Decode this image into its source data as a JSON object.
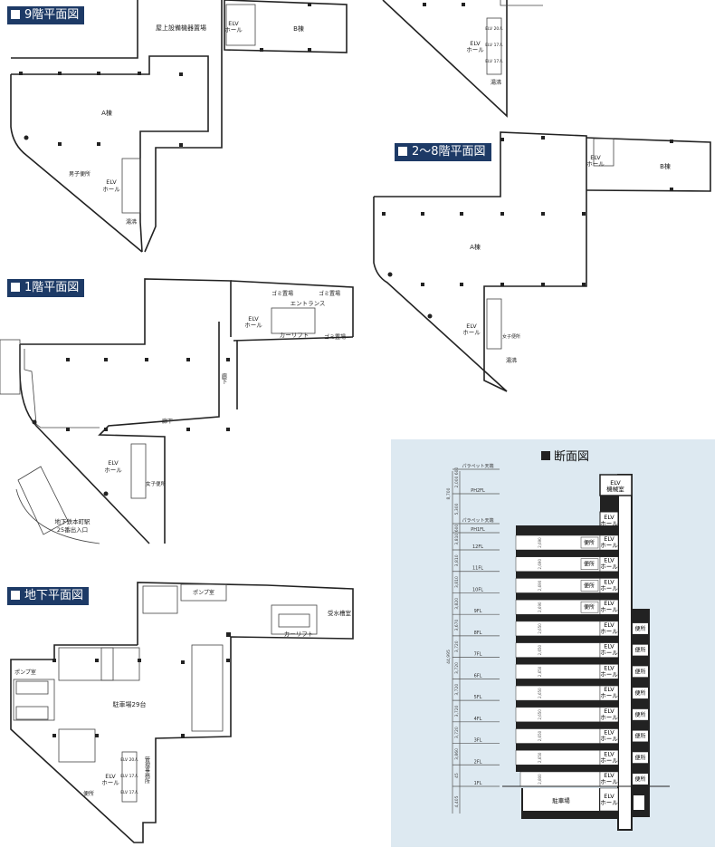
{
  "plans": {
    "floor9": {
      "title": "9階平面図",
      "rooftop_equipment": "屋上設備機器置場",
      "building_a": "A棟",
      "building_b": "B棟",
      "elv_hall_a": [
        "ELV",
        "ホール"
      ],
      "elv_hall_b": [
        "ELV",
        "ホール"
      ],
      "mens_toilet": "男子便所",
      "kitchenette": "湯沸"
    },
    "floor_top_partial": {
      "elv_hall": [
        "ELV",
        "ホール"
      ],
      "kitchenette": "湯沸",
      "elv_20": "ELV 20人",
      "elv_17a": "ELV 17人",
      "elv_17b": "ELV 17人"
    },
    "floor1": {
      "title": "1階平面図",
      "garbage_1": "ゴミ置場",
      "garbage_2": "ゴミ置場",
      "garbage_3": "ゴミ置場",
      "entrance": "エントランス",
      "car_lift": "カーリフト",
      "elv_hall_b": [
        "ELV",
        "ホール"
      ],
      "corridor_v": "廊下",
      "corridor_h": "廊下",
      "elv_hall_a": [
        "ELV",
        "ホール"
      ],
      "womens_toilet": "女子便所",
      "subway_exit": [
        "地下鉄本町駅",
        "25番出入口"
      ]
    },
    "floor2_8": {
      "title": "2〜8階平面図",
      "building_a": "A棟",
      "building_b": "B棟",
      "elv_hall_a": [
        "ELV",
        "ホール"
      ],
      "elv_hall_b": [
        "ELV",
        "ホール"
      ],
      "kitchenette": "湯沸",
      "womens_toilet": "女子便所"
    },
    "basement": {
      "title": "地下平面図",
      "pump_room_1": "ポンプ室",
      "pump_room_2": "ポンプ室",
      "water_tank_room": "受水槽室",
      "car_lift": "カーリフト",
      "parking": "駐車場29台",
      "elv_hall": [
        "ELV",
        "ホール"
      ],
      "management_office": "管理事務所",
      "toilet": "便所",
      "elv_20": "ELV 20人",
      "elv_17a": "ELV 17人",
      "elv_17b": "ELV 17人"
    }
  },
  "section": {
    "title": "断面図",
    "top_levels": [
      {
        "label": "パラペット天端"
      },
      {
        "label": "PH2FL"
      },
      {
        "label": "パラペット天端"
      },
      {
        "label": "PH1FL"
      }
    ],
    "elv_machine_room": [
      "ELV",
      "機械室"
    ],
    "ph_elv_hall": [
      "ELV",
      "ホール"
    ],
    "floors": [
      {
        "label": "12FL",
        "room_height": "2,690",
        "dim": "3,810",
        "toilet": "left"
      },
      {
        "label": "11FL",
        "room_height": "2,690",
        "dim": "3,810",
        "toilet": "left"
      },
      {
        "label": "10FL",
        "room_height": "2,690",
        "dim": "3,810",
        "toilet": "left"
      },
      {
        "label": "9FL",
        "room_height": "2,690",
        "dim": "3,820",
        "toilet": "left"
      },
      {
        "label": "8FL",
        "room_height": "2,650",
        "dim": "3,670",
        "toilet": "right"
      },
      {
        "label": "7FL",
        "room_height": "2,650",
        "dim": "3,720",
        "toilet": "right"
      },
      {
        "label": "6FL",
        "room_height": "2,650",
        "dim": "3,720",
        "toilet": "right"
      },
      {
        "label": "5FL",
        "room_height": "2,650",
        "dim": "3,720",
        "toilet": "right"
      },
      {
        "label": "4FL",
        "room_height": "2,650",
        "dim": "3,720",
        "toilet": "right"
      },
      {
        "label": "3FL",
        "room_height": "2,650",
        "dim": "3,720",
        "toilet": "right"
      },
      {
        "label": "2FL",
        "room_height": "2,650",
        "dim": "3,860",
        "toilet": "right"
      },
      {
        "label": "1FL",
        "room_height": "2,800",
        "dim": "45",
        "toilet": "right"
      }
    ],
    "upper_dims": [
      "600",
      "2,000",
      "5,300",
      "600"
    ],
    "basement_dim": "4,405",
    "total_upper": "8,700",
    "total_main": "44,995",
    "toilet_label": "便所",
    "elv_hall": [
      "ELV",
      "ホール"
    ],
    "parking": "駐車場",
    "background_color": "#dde9f1",
    "slab_color": "#222222"
  }
}
